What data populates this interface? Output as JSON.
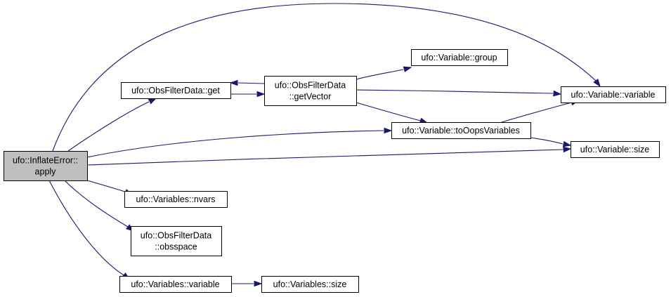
{
  "graph": {
    "title": "",
    "colors": {
      "edge": "#191970",
      "node_fill": "#ffffff",
      "node_border": "#000000",
      "highlight_fill": "#bfbfbf"
    },
    "nodes": [
      {
        "id": "apply",
        "lines": [
          "ufo::InflateError::",
          "apply"
        ],
        "highlighted": true
      },
      {
        "id": "obsfilterdata_get",
        "lines": [
          "ufo::ObsFilterData::get"
        ]
      },
      {
        "id": "getvector",
        "lines": [
          "ufo::ObsFilterData",
          "::getVector"
        ]
      },
      {
        "id": "variable_group",
        "lines": [
          "ufo::Variable::group"
        ]
      },
      {
        "id": "variable_variable",
        "lines": [
          "ufo::Variable::variable"
        ]
      },
      {
        "id": "tooopsvariables",
        "lines": [
          "ufo::Variable::toOopsVariables"
        ]
      },
      {
        "id": "variable_size",
        "lines": [
          "ufo::Variable::size"
        ]
      },
      {
        "id": "variables_nvars",
        "lines": [
          "ufo::Variables::nvars"
        ]
      },
      {
        "id": "obsspace",
        "lines": [
          "ufo::ObsFilterData",
          "::obsspace"
        ]
      },
      {
        "id": "variables_variable",
        "lines": [
          "ufo::Variables::variable"
        ]
      },
      {
        "id": "variables_size",
        "lines": [
          "ufo::Variables::size"
        ]
      }
    ],
    "edges": [
      {
        "from": "apply",
        "to": "obsfilterdata_get"
      },
      {
        "from": "apply",
        "to": "variable_variable"
      },
      {
        "from": "apply",
        "to": "tooopsvariables"
      },
      {
        "from": "apply",
        "to": "variable_size"
      },
      {
        "from": "apply",
        "to": "variables_nvars"
      },
      {
        "from": "apply",
        "to": "obsspace"
      },
      {
        "from": "apply",
        "to": "variables_variable"
      },
      {
        "from": "obsfilterdata_get",
        "to": "getvector"
      },
      {
        "from": "getvector",
        "to": "obsfilterdata_get"
      },
      {
        "from": "getvector",
        "to": "variable_group"
      },
      {
        "from": "getvector",
        "to": "variable_variable"
      },
      {
        "from": "getvector",
        "to": "tooopsvariables"
      },
      {
        "from": "tooopsvariables",
        "to": "variable_variable"
      },
      {
        "from": "tooopsvariables",
        "to": "variable_size"
      },
      {
        "from": "variables_variable",
        "to": "variables_size"
      }
    ]
  }
}
